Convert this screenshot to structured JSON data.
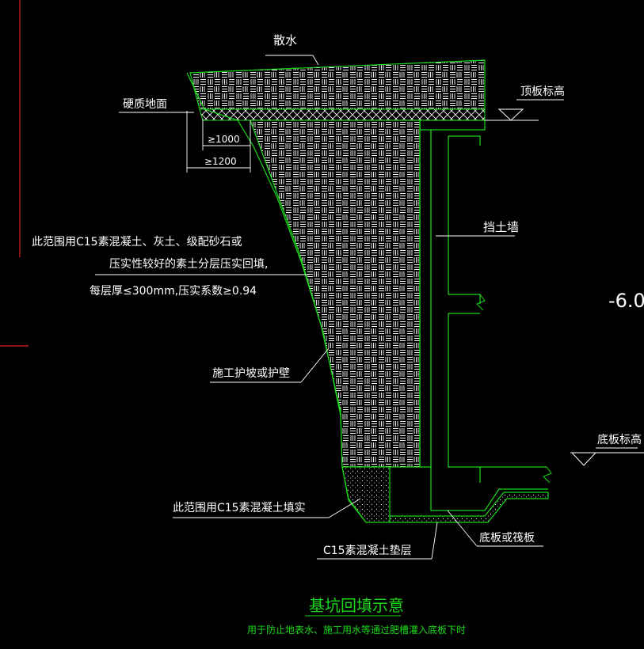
{
  "labels": {
    "scatter_water": "散水",
    "hard_ground": "硬质地面",
    "top_slab_elev": "顶板标高",
    "dim_1000": "≥1000",
    "dim_1200": "≥1200",
    "retaining_wall": "挡土墙",
    "fill_note_line1": "此范围用C15素混凝土、灰土、级配砂石或",
    "fill_note_line2": "压实性较好的素土分层压实回填,",
    "fill_note_line3": "每层厚≤300mm,压实系数≥0.94",
    "slope_protection": "施工护坡或护壁",
    "bottom_slab_elev": "底板标高",
    "c15_fill_note": "此范围用C15素混凝土填实",
    "raft_slab": "底板或筏板",
    "c15_cushion": "C15素混凝土垫层",
    "elevation_fragment": "-6.0"
  },
  "title": {
    "main": "基坑回填示意",
    "subtitle": "用于防止地表水、施工用水等通过肥槽灌入底板下时"
  },
  "colors": {
    "line": "#1bd81b",
    "hatch": "#ffffff",
    "leader": "#ffffff",
    "text": "#ffffff",
    "title": "#1bd81b",
    "accent_red": "#e02020",
    "background": "#000000"
  }
}
